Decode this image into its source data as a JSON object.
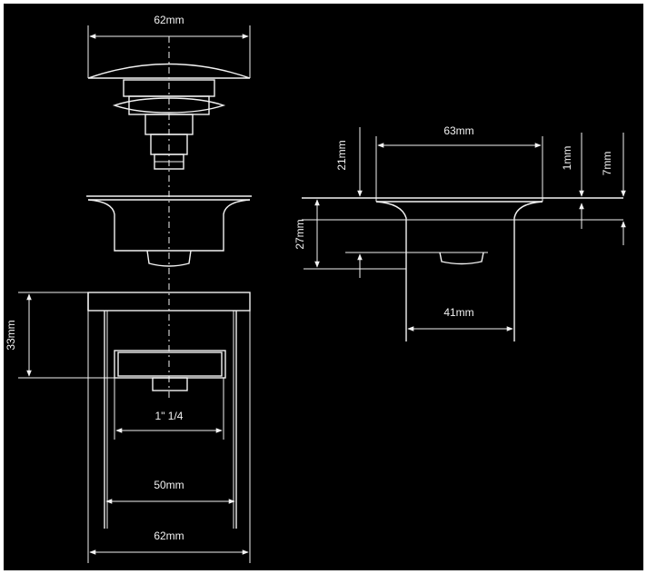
{
  "dimensions": {
    "cap_width": "62mm",
    "flange_width": "63mm",
    "flange_to_top": "21mm",
    "flange_thickness": "1mm",
    "top_offset": "7mm",
    "body_height": "27mm",
    "body_width": "41mm",
    "housing_depth": "33mm",
    "thread_size": "1\" 1/4",
    "inner_width": "50mm",
    "outer_width": "62mm"
  },
  "colors": {
    "background": "#000000",
    "line": "#f2f2f2"
  }
}
